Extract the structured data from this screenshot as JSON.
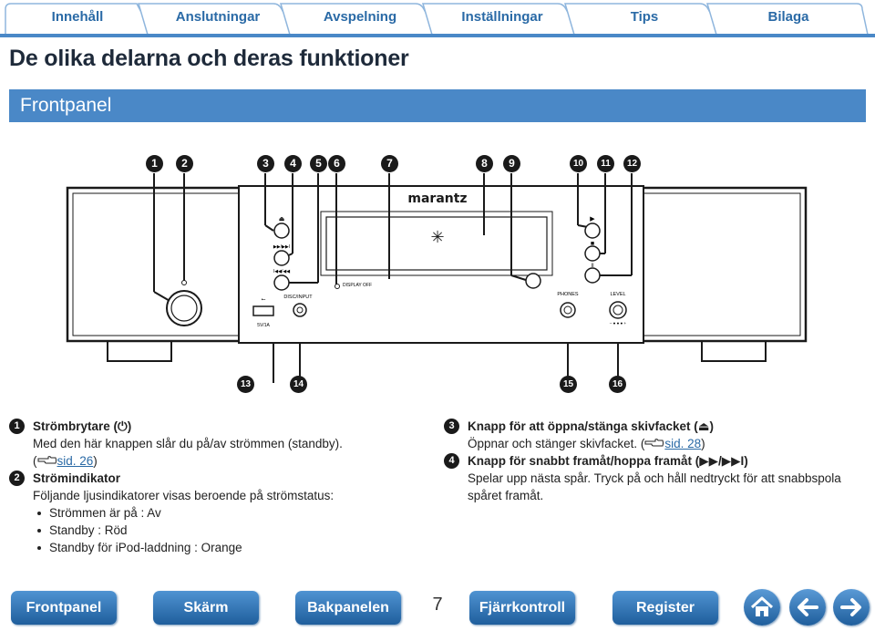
{
  "tabs": [
    {
      "label": "Innehåll"
    },
    {
      "label": "Anslutningar"
    },
    {
      "label": "Avspelning"
    },
    {
      "label": "Inställningar"
    },
    {
      "label": "Tips"
    },
    {
      "label": "Bilaga"
    }
  ],
  "page_title": "De olika delarna och deras funktioner",
  "section_title": "Frontpanel",
  "panel": {
    "brand": "marantz",
    "eject_symbol": "⏏",
    "next_symbol": "▶▶/▶▶I",
    "prev_symbol": "I◀◀/◀◀",
    "play_symbol": "▶",
    "stop_symbol": "■",
    "pause_symbol": "II",
    "usb_symbol": "⭠",
    "usb_label": "5V/1A",
    "disc_input_label": "DISC/INPUT",
    "display_off_label": "DISPLAY OFF",
    "phones_label": "PHONES",
    "level_label": "LEVEL",
    "level_scale": "– ● ● ● +"
  },
  "callouts_top": [
    "1",
    "2",
    "3",
    "4",
    "5",
    "6",
    "7",
    "8",
    "9",
    "10",
    "11",
    "12"
  ],
  "callouts_bottom": [
    "13",
    "14",
    "15",
    "16"
  ],
  "left_items": [
    {
      "num": "1",
      "title": "Strömbrytare (⏻)",
      "body": "Med den här knappen slår du på/av strömmen (standby).",
      "ref_open": "(",
      "ref": "sid. 26",
      "ref_close": ")"
    },
    {
      "num": "2",
      "title": "Strömindikator",
      "body": "Följande ljusindikatorer visas beroende på strömstatus:",
      "bullets": [
        "Strömmen är på : Av",
        "Standby : Röd",
        "Standby för iPod-laddning : Orange"
      ]
    }
  ],
  "right_items": [
    {
      "num": "3",
      "title": "Knapp för att öppna/stänga skivfacket (⏏)",
      "body": "Öppnar och stänger skivfacket.",
      "ref_open": "(",
      "ref": "sid. 28",
      "ref_close": ")"
    },
    {
      "num": "4",
      "title": "Knapp för snabbt framåt/hoppa framåt (▶▶/▶▶I)",
      "body": "Spelar upp nästa spår. Tryck på och håll nedtryckt för att snabbspola spåret framåt."
    }
  ],
  "bottom_nav": {
    "buttons": [
      "Frontpanel",
      "Skärm",
      "Bakpanelen",
      "Fjärrkontroll",
      "Register"
    ],
    "page_number": "7",
    "icons": [
      "home-icon",
      "back-arrow-icon",
      "forward-arrow-icon"
    ]
  },
  "colors": {
    "accent": "#4a88c7",
    "dark_blue": "#1f5e9c",
    "tab_text": "#2a6aa6"
  }
}
